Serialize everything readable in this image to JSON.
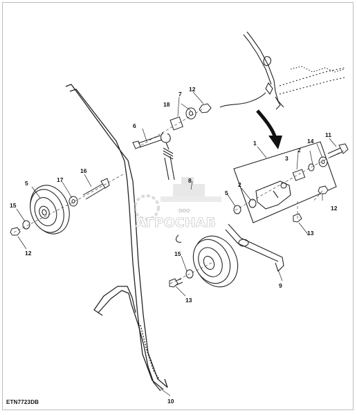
{
  "figure_code": "ETN7723DB",
  "watermark": {
    "brand": "АГРОСНАБ",
    "prefix": "ООО"
  },
  "callouts": [
    {
      "id": "c1",
      "label": "1"
    },
    {
      "id": "c2a",
      "label": "2"
    },
    {
      "id": "c2b",
      "label": "2"
    },
    {
      "id": "c3",
      "label": "3"
    },
    {
      "id": "c5a",
      "label": "5"
    },
    {
      "id": "c5b",
      "label": "5"
    },
    {
      "id": "c6",
      "label": "6"
    },
    {
      "id": "c7",
      "label": "7"
    },
    {
      "id": "c8",
      "label": "8"
    },
    {
      "id": "c9",
      "label": "9"
    },
    {
      "id": "c10",
      "label": "10"
    },
    {
      "id": "c11",
      "label": "11"
    },
    {
      "id": "c12a",
      "label": "12"
    },
    {
      "id": "c12b",
      "label": "12"
    },
    {
      "id": "c12c",
      "label": "12"
    },
    {
      "id": "c13a",
      "label": "13"
    },
    {
      "id": "c13b",
      "label": "13"
    },
    {
      "id": "c14",
      "label": "14"
    },
    {
      "id": "c15a",
      "label": "15"
    },
    {
      "id": "c15b",
      "label": "15"
    },
    {
      "id": "c16",
      "label": "16"
    },
    {
      "id": "c17",
      "label": "17"
    },
    {
      "id": "c18",
      "label": "18"
    }
  ]
}
